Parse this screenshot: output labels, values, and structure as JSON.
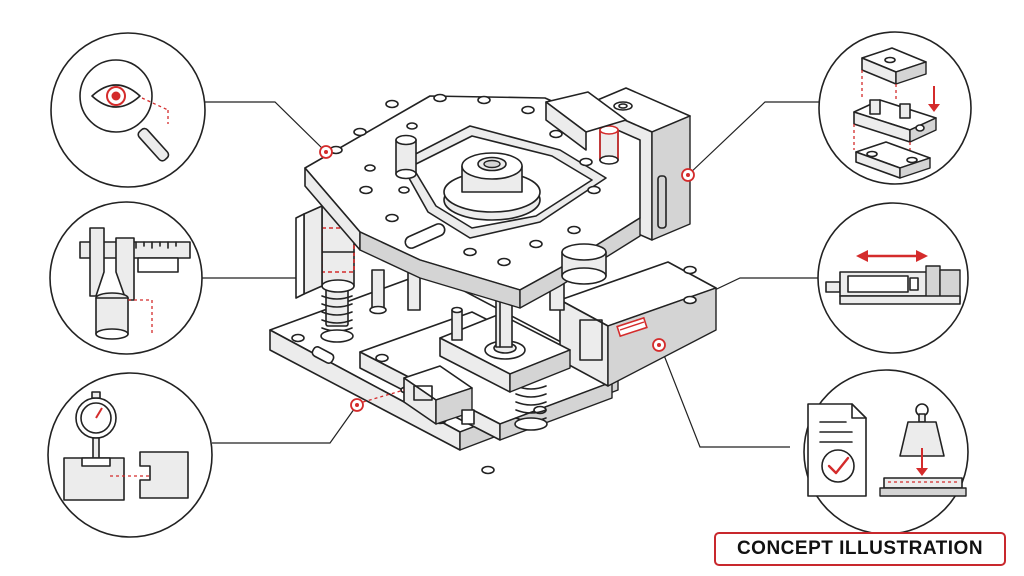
{
  "badge": {
    "label": "CONCEPT ILLUSTRATION"
  },
  "colors": {
    "accent": "#d42b2b",
    "line": "#222222",
    "fill": "#ececec",
    "background": "#ffffff"
  },
  "callouts": [
    {
      "name": "inspection-magnifier-callout",
      "icon": "magnifier-eye-icon"
    },
    {
      "name": "caliper-measurement-callout",
      "icon": "caliper-icon"
    },
    {
      "name": "dial-indicator-callout",
      "icon": "dial-gauge-icon"
    },
    {
      "name": "exploded-assembly-callout",
      "icon": "exploded-view-icon"
    },
    {
      "name": "linear-actuator-callout",
      "icon": "actuator-arrow-icon"
    },
    {
      "name": "quality-check-callout",
      "icon": "checklist-document-icon"
    }
  ]
}
